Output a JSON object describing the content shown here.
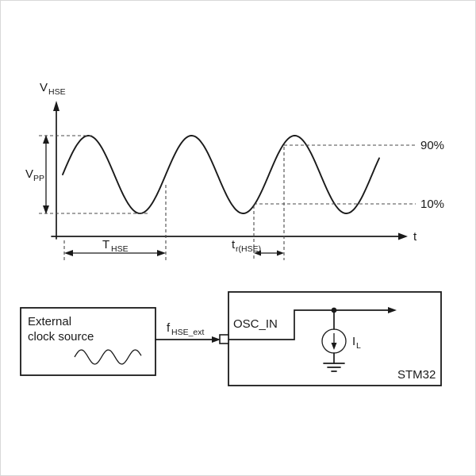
{
  "waveform": {
    "y_axis": {
      "base": "V",
      "sub": "HSE"
    },
    "vpp": {
      "base": "V",
      "sub": "PP"
    },
    "level_high": "90%",
    "level_low": "10%",
    "time_axis": "t",
    "period": {
      "base": "T",
      "sub": "HSE"
    },
    "rise_time": {
      "base": "t",
      "sub": "r(HSE)"
    }
  },
  "circuit": {
    "source_box": {
      "line1": "External",
      "line2": "clock source"
    },
    "frequency": {
      "base": "f",
      "sub": "HSE_ext"
    },
    "pin": "OSC_IN",
    "load_current": {
      "base": "I",
      "sub": "L"
    },
    "chip": "STM32"
  },
  "colors": {
    "line": "#1a1a1a",
    "dashed_line": "#4a4a4a",
    "background": "#ffffff"
  }
}
